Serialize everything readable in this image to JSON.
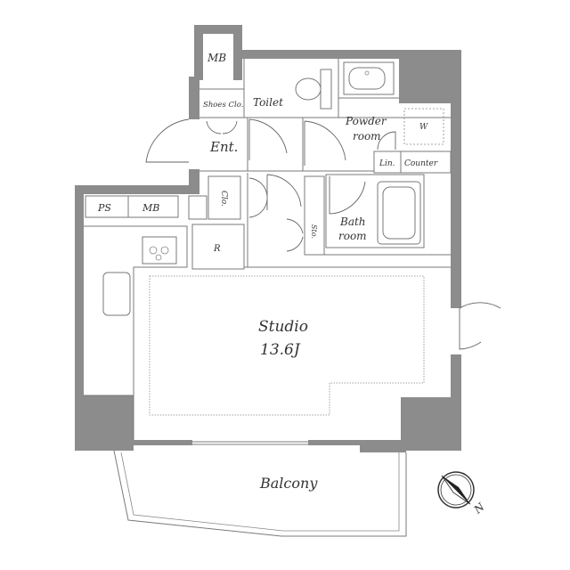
{
  "rooms": {
    "mb_top": "MB",
    "shoes_clo": "Shoes Clo.",
    "toilet": "Toilet",
    "powder_room_1": "Powder",
    "powder_room_2": "room",
    "w": "W",
    "entrance": "Ent.",
    "lin": "Lin.",
    "counter": "Counter",
    "ps": "PS",
    "mb_left": "MB",
    "clo": "Clo.",
    "sto": "Sto.",
    "bath_room_1": "Bath",
    "bath_room_2": "room",
    "r": "R",
    "studio": "Studio",
    "studio_size": "13.6J",
    "balcony": "Balcony"
  },
  "compass": {
    "north": "N"
  },
  "colors": {
    "wall": "#8c8c8c",
    "line": "#7a7a7a",
    "background": "#ffffff"
  }
}
